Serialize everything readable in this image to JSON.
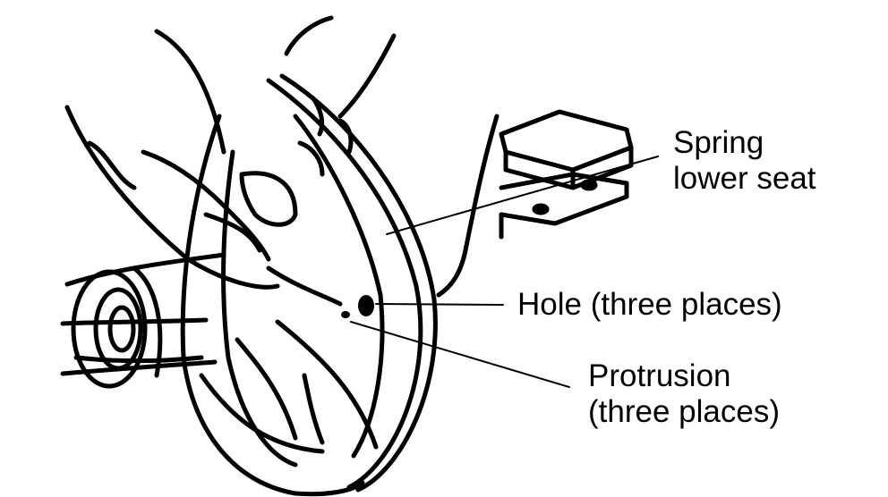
{
  "labels": {
    "spring_lower_seat": [
      "Spring",
      "lower seat"
    ],
    "hole": "Hole (three places)",
    "protrusion": [
      "Protrusion",
      "(three places)"
    ]
  },
  "colors": {
    "ink": "#000000",
    "paper": "#ffffff"
  }
}
